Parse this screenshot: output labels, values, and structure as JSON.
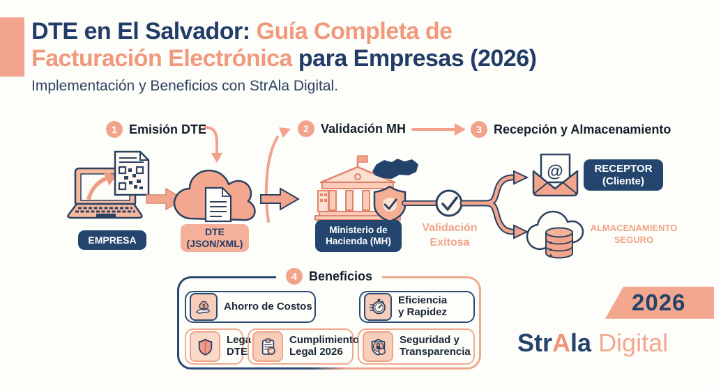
{
  "header": {
    "title_navy1": "DTE en El Salvador: ",
    "title_salmon1": "Guía Completa de",
    "title_salmon2": "Facturación Electrónica",
    "title_navy2": " para Empresas (2026)",
    "subtitle": "Implementación y Beneficios con StrAla Digital."
  },
  "steps": [
    {
      "number": "1",
      "label": "Emisión DTE"
    },
    {
      "number": "2",
      "label": "Validación MH"
    },
    {
      "number": "3",
      "label": "Recepción y Almacenamiento"
    },
    {
      "number": "4",
      "label": "Beneficios"
    }
  ],
  "flow": {
    "empresa": "EMPRESA",
    "dte": [
      "DTE",
      "(JSON/XML)"
    ],
    "ministerio": [
      "Ministerio de",
      "Hacienda (MH)"
    ],
    "validacion": [
      "Validación",
      "Exitosa"
    ],
    "receptor": [
      "RECEPTOR",
      "(Cliente)"
    ],
    "almacenamiento": [
      "ALMACENAMIENTO",
      "SEGURO"
    ],
    "at_symbol": "@",
    "money_symbol": "$"
  },
  "benefits": [
    {
      "icon": "money-hand-icon",
      "lines": [
        "Ahorro de Costos"
      ]
    },
    {
      "icon": "stopwatch-icon",
      "lines": [
        "Eficiencia",
        "y Rapidez"
      ]
    },
    {
      "icon": "shield-icon",
      "lines": [
        "Lega",
        "DTE"
      ]
    },
    {
      "icon": "clipboard-check-icon",
      "lines": [
        "Cumplimiento",
        "Legal 2026"
      ]
    },
    {
      "icon": "shield-lock-icon",
      "lines": [
        "Seguridad y",
        "Transparencia"
      ]
    }
  ],
  "footer": {
    "year": "2026",
    "brand": [
      "Str",
      "A",
      "la",
      " ",
      "Digital"
    ]
  },
  "colors": {
    "navy": "#24436B",
    "salmon": "#F1A28B",
    "salmon_text": "#F0A488",
    "background": "#FDFDF9"
  }
}
